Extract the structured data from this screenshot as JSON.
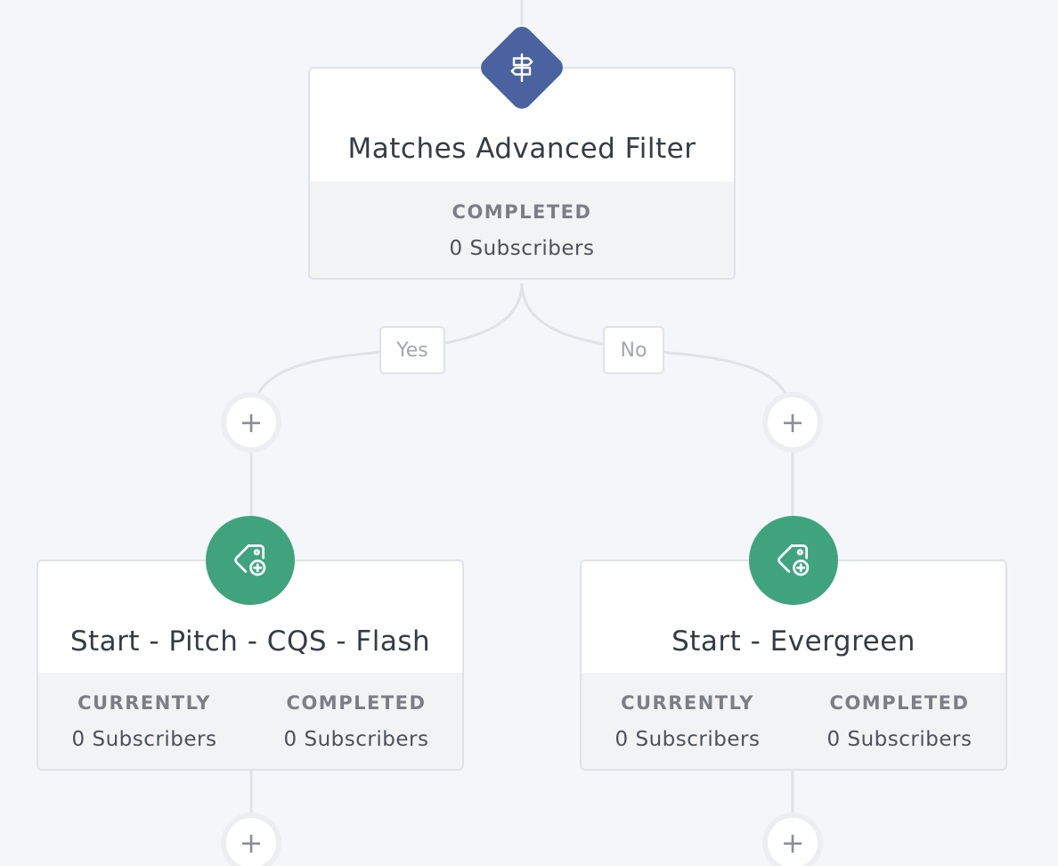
{
  "colors": {
    "background": "#f4f6fa",
    "filter_node": "#4a62a0",
    "tag_node": "#3fa47d",
    "connector": "#dfe3e8"
  },
  "filter_node": {
    "icon": "signpost-icon",
    "title": "Matches Advanced Filter",
    "stats": [
      {
        "label": "COMPLETED",
        "value": "0 Subscribers"
      }
    ]
  },
  "branches": {
    "yes_label": "Yes",
    "no_label": "No"
  },
  "action_nodes": [
    {
      "icon": "tag-add-icon",
      "title": "Start - Pitch - CQS - Flash",
      "stats": [
        {
          "label": "CURRENTLY",
          "value": "0 Subscribers"
        },
        {
          "label": "COMPLETED",
          "value": "0 Subscribers"
        }
      ]
    },
    {
      "icon": "tag-add-icon",
      "title": "Start - Evergreen",
      "stats": [
        {
          "label": "CURRENTLY",
          "value": "0 Subscribers"
        },
        {
          "label": "COMPLETED",
          "value": "0 Subscribers"
        }
      ]
    }
  ],
  "add_step_symbol": "+"
}
